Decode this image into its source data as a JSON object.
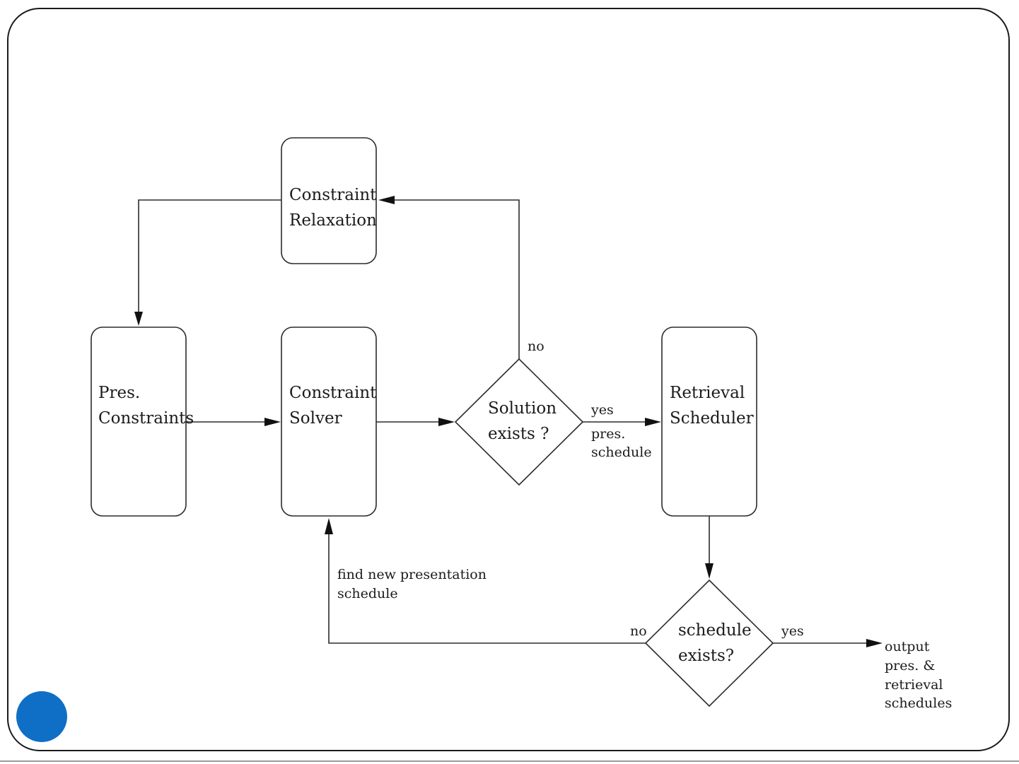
{
  "diagram": {
    "nodes": {
      "constraint_relaxation": {
        "lines": [
          "Constraint",
          "Relaxation"
        ]
      },
      "pres_constraints": {
        "lines": [
          "Pres.",
          "Constraints"
        ]
      },
      "constraint_solver": {
        "lines": [
          "Constraint",
          "Solver"
        ]
      },
      "solution_exists": {
        "lines": [
          "Solution",
          "exists ?"
        ]
      },
      "retrieval_scheduler": {
        "lines": [
          "Retrieval",
          "Scheduler"
        ]
      },
      "schedule_exists": {
        "lines": [
          "schedule",
          "exists?"
        ]
      }
    },
    "edges": {
      "solution_no": "no",
      "solution_yes": "yes",
      "solution_yes_detail": [
        "pres.",
        "schedule"
      ],
      "feedback": [
        "find new presentation",
        "schedule"
      ],
      "schedule_no": "no",
      "schedule_yes": "yes",
      "output": [
        "output",
        "pres. &",
        "retrieval",
        "schedules"
      ]
    }
  },
  "colors": {
    "accent_dot": "#0f6fc6",
    "border": "#1a1a1a"
  }
}
